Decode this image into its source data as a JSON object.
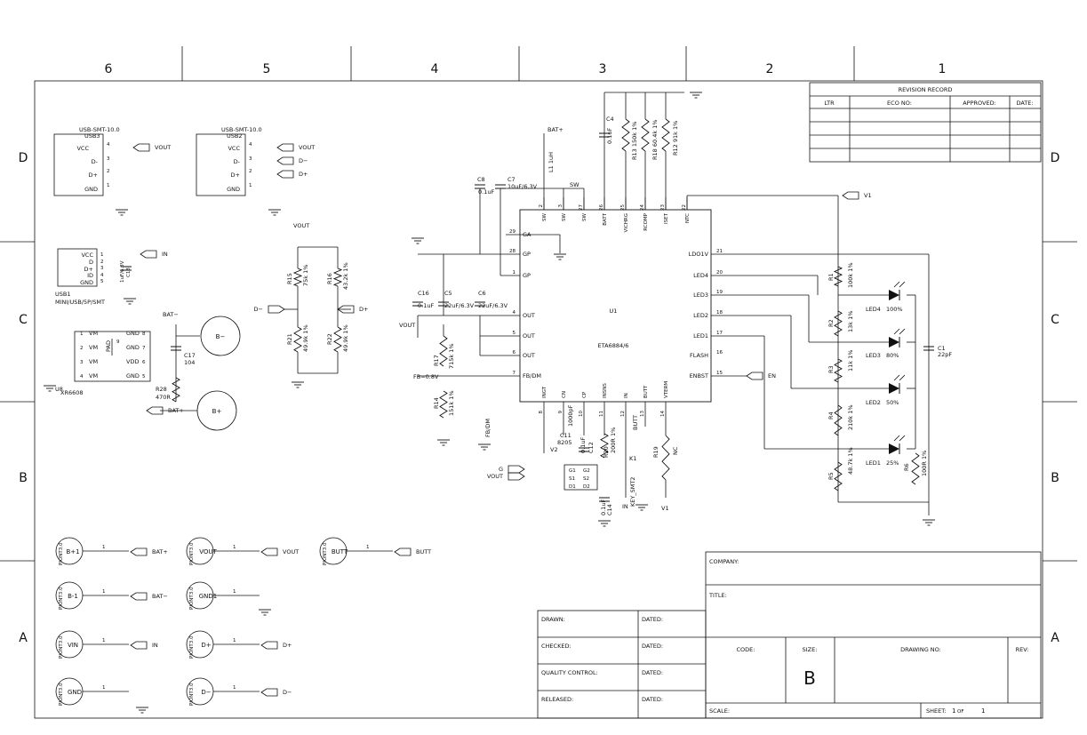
{
  "zones": {
    "cols": [
      "6",
      "5",
      "4",
      "3",
      "2",
      "1"
    ],
    "rows": [
      "D",
      "C",
      "B",
      "A"
    ]
  },
  "revision": {
    "title": "REVISION RECORD",
    "headers": [
      "LTR",
      "ECO NO:",
      "APPROVED:",
      "DATE:"
    ]
  },
  "title_block": {
    "company": "COMPANY:",
    "title": "TITLE:",
    "code": "CODE:",
    "size": "SIZE:",
    "size_value": "B",
    "drawing_no": "DRAWING NO:",
    "rev": "REV:",
    "scale": "SCALE:",
    "sheet": "SHEET:",
    "sheet_num": "1",
    "of": "OF",
    "sheet_total": "1",
    "drawn": "DRAWN:",
    "checked": "CHECKED:",
    "quality": "QUALITY CONTROL:",
    "released": "RELEASED:",
    "dated": "DATED:"
  },
  "u1": {
    "ref": "U1",
    "part": "ETA6884/6",
    "top_pins": [
      {
        "num": "2",
        "name": "SW"
      },
      {
        "num": "3",
        "name": "SW"
      },
      {
        "num": "27",
        "name": "SW"
      },
      {
        "num": "26",
        "name": "BATT"
      },
      {
        "num": "25",
        "name": "VICHRG"
      },
      {
        "num": "24",
        "name": "RCOMP"
      },
      {
        "num": "23",
        "name": "ISET"
      },
      {
        "num": "22",
        "name": "NTC"
      }
    ],
    "left_pins": [
      {
        "num": "29",
        "name": "GA"
      },
      {
        "num": "28",
        "name": "GP"
      },
      {
        "num": "1",
        "name": "GP"
      },
      {
        "num": "4",
        "name": "OUT"
      },
      {
        "num": "5",
        "name": "OUT"
      },
      {
        "num": "6",
        "name": "OUT"
      },
      {
        "num": "7",
        "name": "FB/DM"
      }
    ],
    "right_pins": [
      {
        "num": "21",
        "name": "LDO1V"
      },
      {
        "num": "20",
        "name": "LED4"
      },
      {
        "num": "19",
        "name": "LED3"
      },
      {
        "num": "18",
        "name": "LED2"
      },
      {
        "num": "17",
        "name": "LED1"
      },
      {
        "num": "16",
        "name": "FLASH"
      },
      {
        "num": "15",
        "name": "ENBST"
      }
    ],
    "bottom_pins": [
      {
        "num": "8",
        "name": "INGT"
      },
      {
        "num": "9",
        "name": "CN"
      },
      {
        "num": "10",
        "name": "CP"
      },
      {
        "num": "11",
        "name": "INSNS"
      },
      {
        "num": "12",
        "name": "IN"
      },
      {
        "num": "13",
        "name": "BUTT"
      },
      {
        "num": "14",
        "name": "VTERM"
      }
    ]
  },
  "usb3": {
    "ref": "USB3",
    "part": "USB-SMT-10.0",
    "pins": [
      "VCC",
      "D-",
      "D+",
      "GND"
    ],
    "nums": [
      "4",
      "3",
      "2",
      "1"
    ],
    "net": "VOUT"
  },
  "usb2": {
    "ref": "USB2",
    "part": "USB-SMT-10.0",
    "pins": [
      "VCC",
      "D-",
      "D+",
      "GND"
    ],
    "nums": [
      "4",
      "3",
      "2",
      "1"
    ],
    "nets": [
      "VOUT",
      "D−",
      "D+"
    ]
  },
  "usb1": {
    "ref": "USB1",
    "part": "MINI/USB/5P/SMT",
    "pins": [
      "VCC",
      "D",
      "D+",
      "ID",
      "GND"
    ],
    "nums": [
      "1",
      "2",
      "3",
      "4",
      "5"
    ],
    "net": "IN",
    "cap": "C13",
    "cap_val": "1uF/6.3V"
  },
  "u8": {
    "ref": "U8",
    "part": "XR6608",
    "left": [
      "VM",
      "VM",
      "VM",
      "VM"
    ],
    "left_nums": [
      "1",
      "2",
      "3",
      "4"
    ],
    "right": [
      "GND",
      "GND",
      "VDD",
      "GND"
    ],
    "right_nums": [
      "8",
      "7",
      "6",
      "5"
    ],
    "pad": "PAD",
    "pad_num": "9"
  },
  "misc": {
    "c17": "C17",
    "c17_val": "104",
    "r28": "R28",
    "r28_val": "470R",
    "bat_minus": "BAT−",
    "bat_plus": "BAT+",
    "b_minus": "B−",
    "b_plus": "B+",
    "vout": "VOUT",
    "dminus": "D−",
    "dplus": "D+",
    "r15": "R15",
    "r15_val": "75k 1%",
    "r16": "R16",
    "r16_val": "43.2k 1%",
    "r21": "R21",
    "r21_val": "49.9k 1%",
    "r22": "R22",
    "r22_val": "49.9k 1%",
    "l1": "L1 1uH",
    "batp": "BAT+",
    "c4": "C4",
    "c4_val": "0.1uF",
    "c8": "C8",
    "c8_val": "0.1uF",
    "c7": "C7",
    "c7_val": "10uF/6.3V",
    "sw": "SW",
    "r13": "R13 150k 1%",
    "r18": "R18 60.4k 1%",
    "r12": "R12 91k 1%",
    "c16": "C16",
    "c16_val": "0.1uF",
    "c5": "C5",
    "c5_val": "22uF/6.3V",
    "c6": "C6",
    "c6_val": "22uF/6.3V",
    "r17": "R17",
    "r17_val": "715k 1%",
    "r14": "R14",
    "r14_val": "151k 1%",
    "fb": "FB=0.8V",
    "fbdm": "FB/DM",
    "c11": "C11",
    "c11_val": "1000pF",
    "q": "8205",
    "v2": "V2",
    "c12_val": "0.1uF",
    "c12": "C12",
    "r20": "R20",
    "r20_val": "200R 1%",
    "c14": "C14",
    "c14_val": "0.1uF",
    "k1": "K1",
    "key": "KEY_SMT2",
    "butt": "BUTT",
    "r19": "R19",
    "r19_val": "NC",
    "v1": "V1",
    "g": "G",
    "in": "IN",
    "en": "EN",
    "q_pins": [
      "G1",
      "S1",
      "D1",
      "G2",
      "S2",
      "D2"
    ],
    "r1": "R1",
    "r1_val": "100k 1%",
    "r2": "R2",
    "r2_val": "13k 1%",
    "r3": "R3",
    "r3_val": "11k 1%",
    "r4": "R4",
    "r4_val": "210k 1%",
    "r5": "R5",
    "r5_val": "48.7k 1%",
    "r6": "R6",
    "r6_val": "100R 1%",
    "c1": "C1",
    "c1_val": "22pF",
    "led4": "LED4",
    "led4_pct": "100%",
    "led3": "LED3",
    "led3_pct": "80%",
    "led2": "LED2",
    "led2_pct": "50%",
    "led1": "LED1",
    "led1_pct": "25%"
  },
  "test_points": [
    {
      "label": "B+1",
      "fp": "PIONT3.0",
      "net": "BAT+"
    },
    {
      "label": "B-1",
      "fp": "PIONT3.0",
      "net": "BAT−"
    },
    {
      "label": "VIN",
      "fp": "PIONT3.0",
      "net": "IN"
    },
    {
      "label": "GND",
      "fp": "PIONT3.0",
      "net": ""
    },
    {
      "label": "VOUT",
      "fp": "PIONT3.0",
      "net": "VOUT"
    },
    {
      "label": "GND1",
      "fp": "PIONT3.0",
      "net": ""
    },
    {
      "label": "D+",
      "fp": "PIONT3.0",
      "net": "D+"
    },
    {
      "label": "D−",
      "fp": "PIONT3.0",
      "net": "D−"
    },
    {
      "label": "BUTT",
      "fp": "PIONT3.0",
      "net": "BUTT"
    }
  ]
}
